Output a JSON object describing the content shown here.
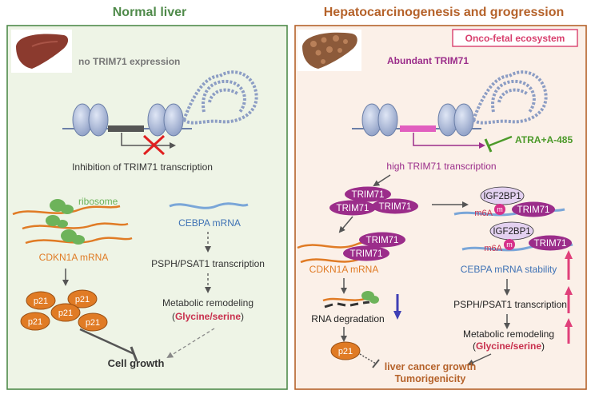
{
  "colors": {
    "normal_header": "#4f8a4a",
    "cancer_header": "#b5622a",
    "normal_bg": "#eef4e6",
    "normal_border": "#4f8a4a",
    "cancer_bg": "#fbf0e8",
    "cancer_border": "#b5622a",
    "trim71": "#9b2d8a",
    "mrna_orange": "#e07b25",
    "mrna_blue": "#7aa6d8",
    "p21": "#e07b25",
    "glycine": "#c8304d",
    "inhibitor_green": "#4c9a2a",
    "red_arrow": "#e0407a",
    "blue_arrow": "#3f3fb5",
    "onco_border": "#d8406e",
    "brown_text": "#b5622a",
    "ribosome": "#6db35a"
  },
  "normal": {
    "header": "Normal liver",
    "status": "no TRIM71 expression",
    "inhibition": "Inhibition of TRIM71 transcription",
    "ribosome": "ribosome",
    "cdkn1a": "CDKN1A mRNA",
    "cebpa": "CEBPA mRNA",
    "psph": "PSPH/PSAT1 transcription",
    "metabolic": "Metabolic remodeling",
    "paren_open": "(",
    "glycine": "Glycine/serine",
    "paren_close": ")",
    "p21": [
      "p21",
      "p21",
      "p21",
      "p21",
      "p21"
    ],
    "cell_growth": "Cell growth"
  },
  "cancer": {
    "header": "Hepatocarcinogenesis and grogression",
    "onco": "Onco-fetal ecosystem",
    "status": "Abundant TRIM71",
    "drug": "ATRA+A-485",
    "transcription": "high TRIM71 transcription",
    "trim71": [
      "TRIM71",
      "TRIM71",
      "TRIM71",
      "TRIM71",
      "TRIM71",
      "TRIM71",
      "TRIM71"
    ],
    "igf2bp1": [
      "IGF2BP1",
      "IGF2BP1"
    ],
    "m6a": [
      "m6A",
      "m6A"
    ],
    "m": [
      "m",
      "m"
    ],
    "cdkn1a": "CDKN1A mRNA",
    "cebpa_stability": "CEBPA mRNA stability",
    "psph": "PSPH/PSAT1 transcription",
    "metabolic": "Metabolic remodeling",
    "paren_open": "(",
    "glycine": "Glycine/serine",
    "paren_close": ")",
    "rna_deg": "RNA degradation",
    "p21": "p21",
    "liver_growth": "liver cancer growth",
    "tumorigenicity": "Tumorigenicity"
  }
}
